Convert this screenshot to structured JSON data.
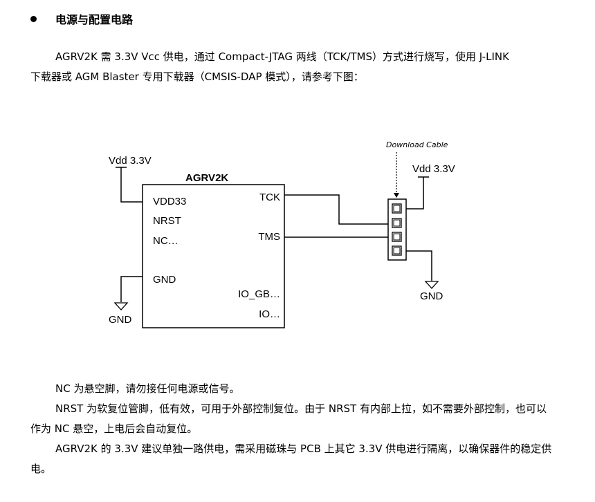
{
  "section": {
    "bullet_icon": "bullet-dot-icon",
    "title": "电源与配置电路"
  },
  "intro": {
    "line1": "AGRV2K 需 3.3V Vcc 供电，通过 Compact-JTAG 两线（TCK/TMS）方式进行烧写，使用 J-LINK",
    "line2": "下载器或 AGM Blaster 专用下载器（CMSIS-DAP 模式），请参考下图："
  },
  "diagram": {
    "chip_name": "AGRV2K",
    "vdd_left": "Vdd 3.3V",
    "vdd_right": "Vdd 3.3V",
    "gnd_left": "GND",
    "gnd_right": "GND",
    "cable_label": "Download Cable",
    "pins_left": [
      "VDD33",
      "NRST",
      "NC…",
      "GND"
    ],
    "pins_right": [
      "TCK",
      "TMS",
      "IO_GB…",
      "IO…"
    ]
  },
  "notes": {
    "p1": "NC 为悬空脚，请勿接任何电源或信号。",
    "p2": "NRST 为软复位管脚，低有效，可用于外部控制复位。由于 NRST 有内部上拉，如不需要外部控制，也可以作为 NC 悬空，上电后会自动复位。",
    "p3": "AGRV2K 的 3.3V 建议单独一路供电，需采用磁珠与 PCB 上其它 3.3V 供电进行隔离，以确保器件的稳定供电。"
  }
}
